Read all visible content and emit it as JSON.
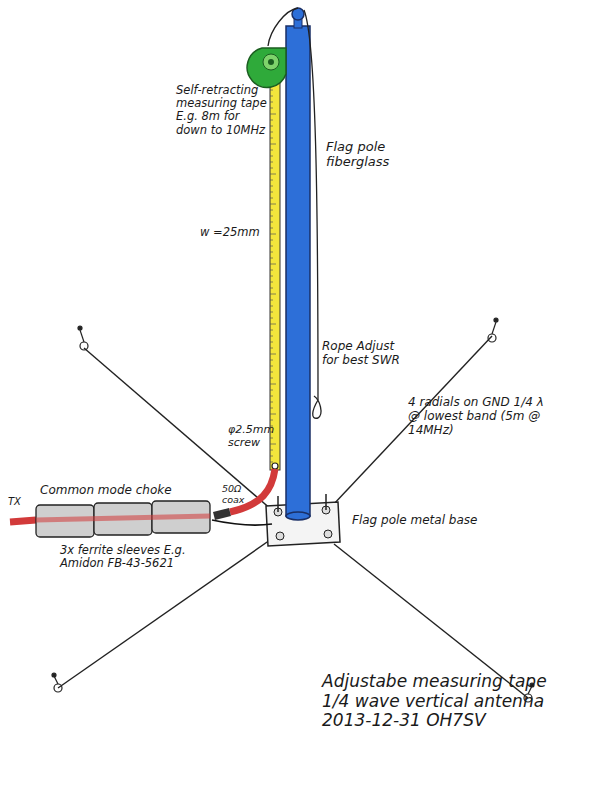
{
  "diagram": {
    "caption": "Adjustabe measuring tape 1/4 wave vertical antenna 2013-12-31 OH7SV",
    "labels": [
      "Self-retracting measuring tape E.g. 8m for down to 10MHz",
      "Flag pole fiberglass",
      "w =25mm",
      "Rope Adjust for best SWR",
      "4 radials on GND 1/4 λ @ lowest band (5m @ 14MHz)",
      "φ2.5mm screw",
      "Common mode choke",
      "50Ω coax",
      "TX",
      "3x ferrite sleeves E.g. Amidon FB-43-5621",
      "Flag pole metal base"
    ]
  }
}
